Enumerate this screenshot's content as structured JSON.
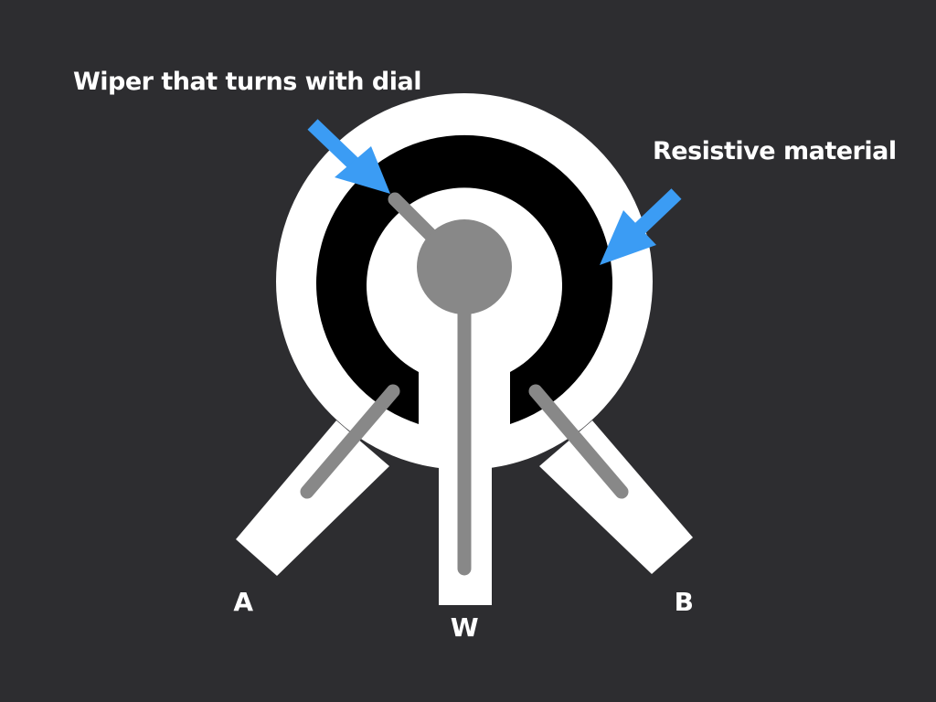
{
  "labels": {
    "wiper": "Wiper that turns with dial",
    "resistive": "Resistive material"
  },
  "terminals": {
    "a": "A",
    "w": "W",
    "b": "B"
  },
  "colors": {
    "background": "#2d2d30",
    "body": "#ffffff",
    "resistive_track": "#000000",
    "wiper_and_leads": "#888888",
    "arrow": "#3b9cf4",
    "text": "#ffffff"
  },
  "icons": {
    "callout_arrow": "arrow-down-right-icon",
    "callout_arrow_left": "arrow-down-left-icon"
  }
}
